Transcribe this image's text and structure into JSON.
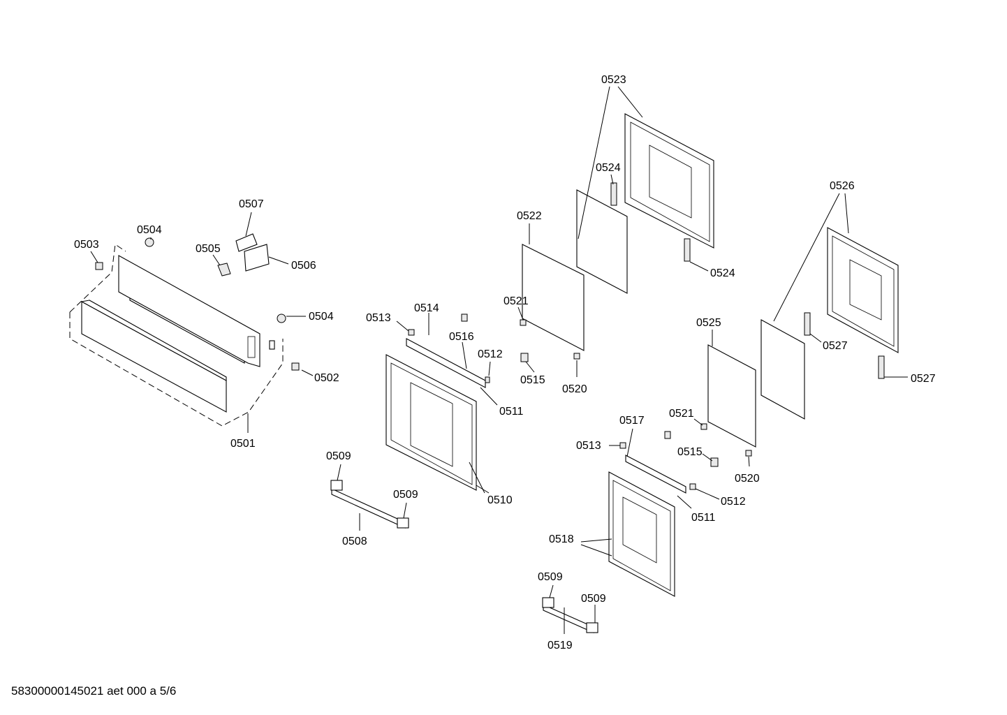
{
  "diagram": {
    "labels": {
      "p0501": "0501",
      "p0502": "0502",
      "p0503": "0503",
      "p0504a": "0504",
      "p0504b": "0504",
      "p0505": "0505",
      "p0506": "0506",
      "p0507": "0507",
      "p0508": "0508",
      "p0509a": "0509",
      "p0509b": "0509",
      "p0509c": "0509",
      "p0509d": "0509",
      "p0510": "0510",
      "p0511a": "0511",
      "p0511b": "0511",
      "p0512a": "0512",
      "p0512b": "0512",
      "p0513a": "0513",
      "p0513b": "0513",
      "p0514": "0514",
      "p0515a": "0515",
      "p0515b": "0515",
      "p0516": "0516",
      "p0517": "0517",
      "p0518": "0518",
      "p0519": "0519",
      "p0520a": "0520",
      "p0520b": "0520",
      "p0521a": "0521",
      "p0521b": "0521",
      "p0522": "0522",
      "p0523": "0523",
      "p0524a": "0524",
      "p0524b": "0524",
      "p0525": "0525",
      "p0526": "0526",
      "p0527a": "0527",
      "p0527b": "0527"
    }
  },
  "footer": {
    "text": "58300000145021 aet 000 a 5/6"
  }
}
